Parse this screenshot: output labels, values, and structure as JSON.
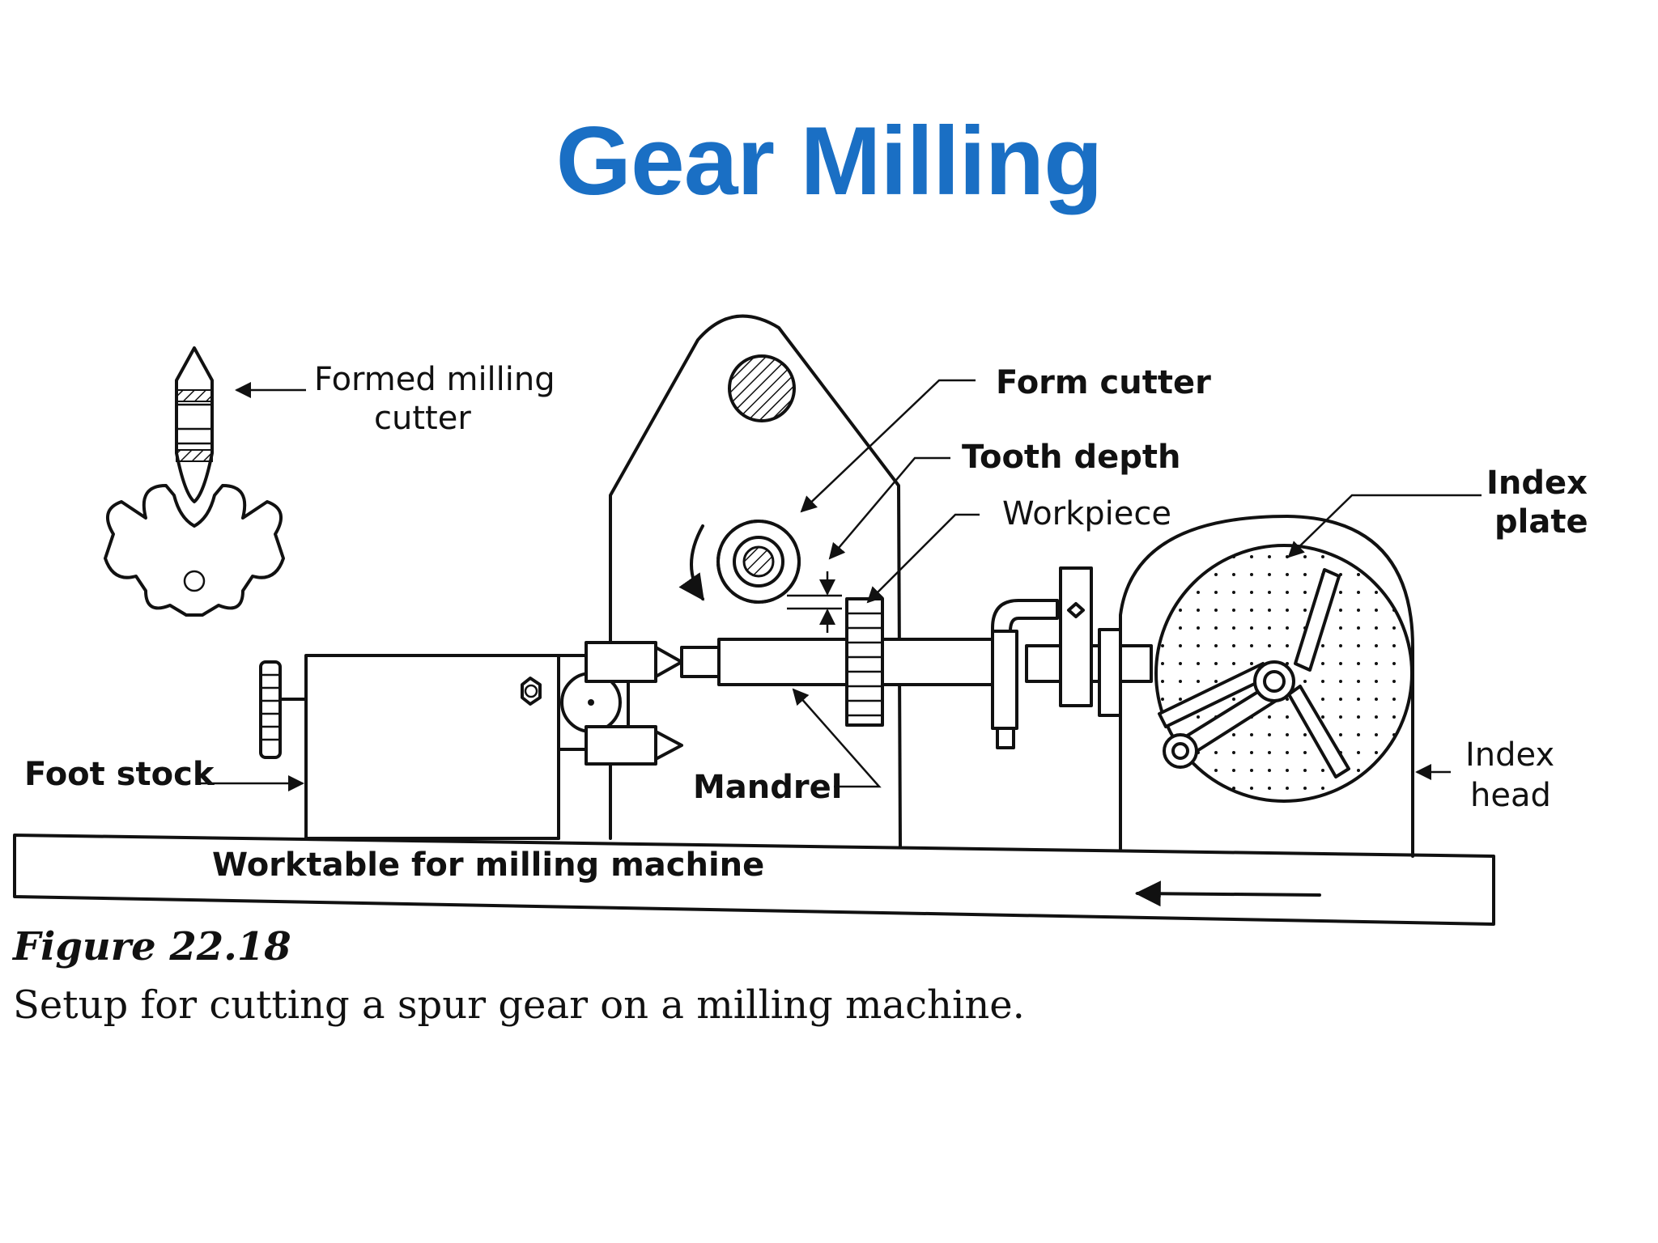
{
  "slide": {
    "title": "Gear Milling",
    "title_color": "#1a6fc4"
  },
  "labels": {
    "formed_cutter_1": "Formed milling",
    "formed_cutter_2": "cutter",
    "form_cutter": "Form cutter",
    "tooth_depth": "Tooth depth",
    "workpiece": "Workpiece",
    "index_plate_1": "Index",
    "index_plate_2": "plate",
    "index_head_1": "Index",
    "index_head_2": "head",
    "foot_stock": "Foot stock",
    "mandrel": "Mandrel",
    "worktable": "Worktable for milling machine"
  },
  "caption": {
    "figure_number": "Figure 22.18",
    "text": "Setup for cutting a spur gear on a milling machine."
  }
}
